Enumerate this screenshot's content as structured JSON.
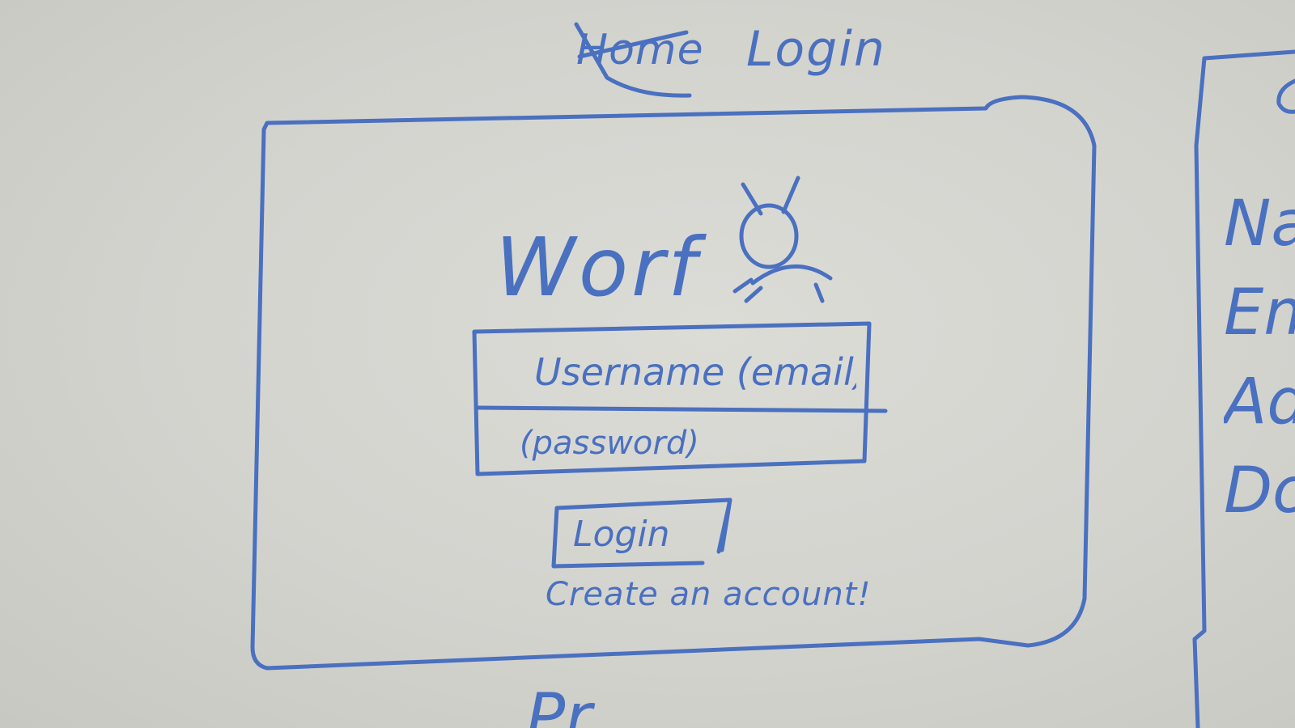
{
  "colors": {
    "whiteboard": "#d6d6d1",
    "marker_ink": "#4a70c0"
  },
  "page_heading": {
    "crossed_out_label": "Home",
    "current_label": "Login"
  },
  "login_card": {
    "app_name": "Worf",
    "logo_icon": "bug-icon",
    "username": {
      "placeholder": "Username (email)"
    },
    "password": {
      "placeholder": "(password)"
    },
    "login_button_label": "Login",
    "create_account_link": "Create an account!"
  },
  "adjacent_sketch": {
    "visible_lines": [
      "Na",
      "Em",
      "Add",
      "Do"
    ]
  },
  "bottom_partial_text": "Pr"
}
